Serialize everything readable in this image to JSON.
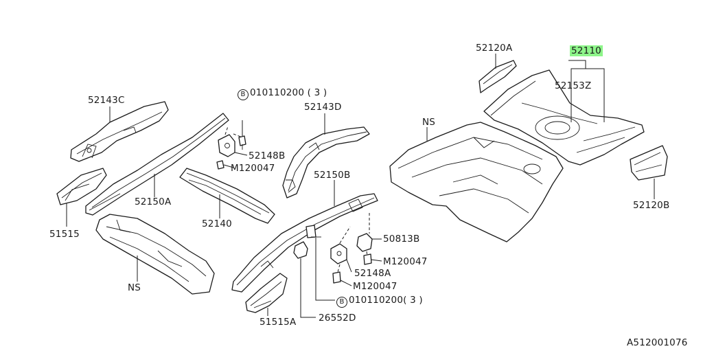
{
  "labels": {
    "p52120A": "52120A",
    "p52110": "52110",
    "p52153Z": "52153Z",
    "p52143C": "52143C",
    "pB1_code": "010110200",
    "pB1_qty": "( 3 )",
    "pB_letter": "B",
    "p52143D": "52143D",
    "pNS_top": "NS",
    "p52148B": "52148B",
    "pM120047_a": "M120047",
    "p52150B": "52150B",
    "p52150A": "52150A",
    "p52140": "52140",
    "p51515": "51515",
    "p50813B": "50813B",
    "pM120047_b": "M120047",
    "p52148A": "52148A",
    "pNS_bottom": "NS",
    "pM120047_c": "M120047",
    "pB2_code": "010110200",
    "pB2_qty": "( 3 )",
    "p51515A": "51515A",
    "p26552D": "26552D",
    "p52120B": "52120B",
    "diagramId": "A512001076"
  },
  "colors": {
    "line": "#1a1a1a",
    "highlight": "#8ef58a",
    "background": "#ffffff"
  }
}
